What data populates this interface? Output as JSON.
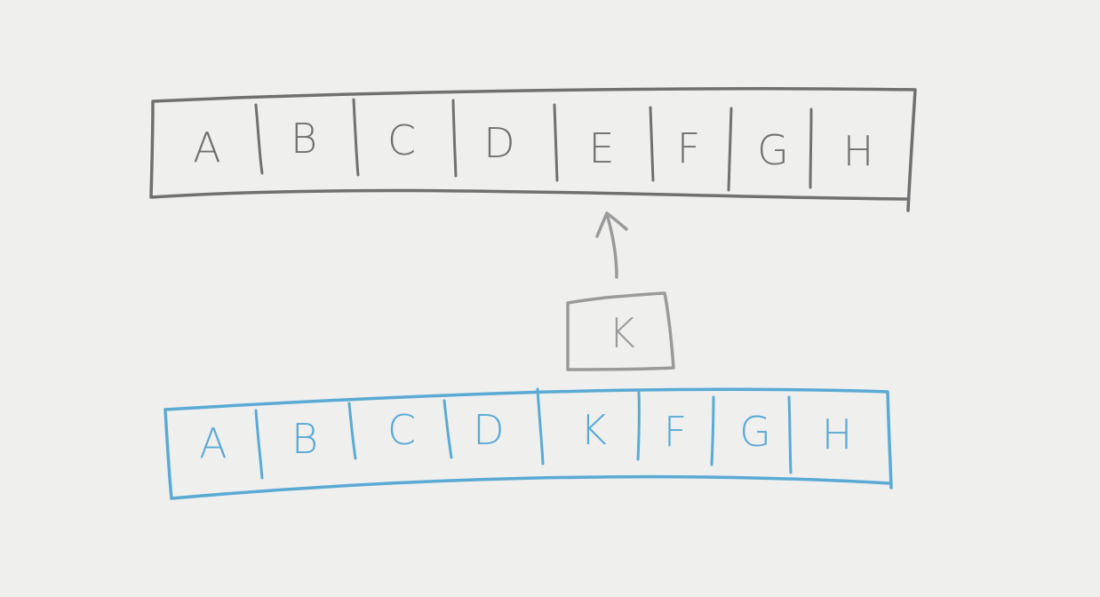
{
  "diagram": {
    "original_row": {
      "cells": [
        "A",
        "B",
        "C",
        "D",
        "E",
        "F",
        "G",
        "H"
      ],
      "color": "#707070"
    },
    "new_value": {
      "label": "K",
      "color": "#9a9a9a"
    },
    "result_row": {
      "cells": [
        "A",
        "B",
        "C",
        "D",
        "K",
        "F",
        "G",
        "H"
      ],
      "color": "#5aaad4"
    }
  }
}
